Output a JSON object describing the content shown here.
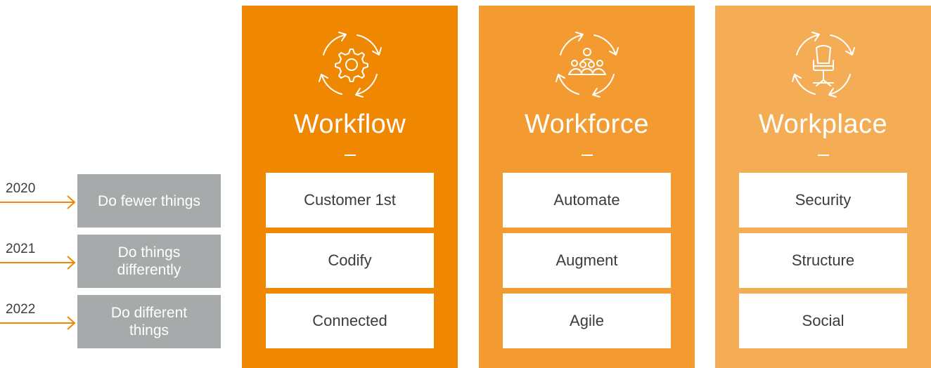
{
  "timeline": [
    {
      "year": "2020",
      "label": "Do fewer things"
    },
    {
      "year": "2021",
      "label": "Do things differently"
    },
    {
      "year": "2022",
      "label": "Do different things"
    }
  ],
  "columns": [
    {
      "title": "Workflow",
      "dash": "–",
      "icon": "gear-cycle-icon",
      "color": "#f08700",
      "items": [
        "Customer 1st",
        "Codify",
        "Connected"
      ]
    },
    {
      "title": "Workforce",
      "dash": "–",
      "icon": "team-cycle-icon",
      "color": "#f39a30",
      "items": [
        "Automate",
        "Augment",
        "Agile"
      ]
    },
    {
      "title": "Workplace",
      "dash": "–",
      "icon": "office-chair-cycle-icon",
      "color": "#f5ad55",
      "items": [
        "Security",
        "Structure",
        "Social"
      ]
    }
  ],
  "colors": {
    "arrow": "#f08700",
    "grey_box": "#a6aaab"
  }
}
